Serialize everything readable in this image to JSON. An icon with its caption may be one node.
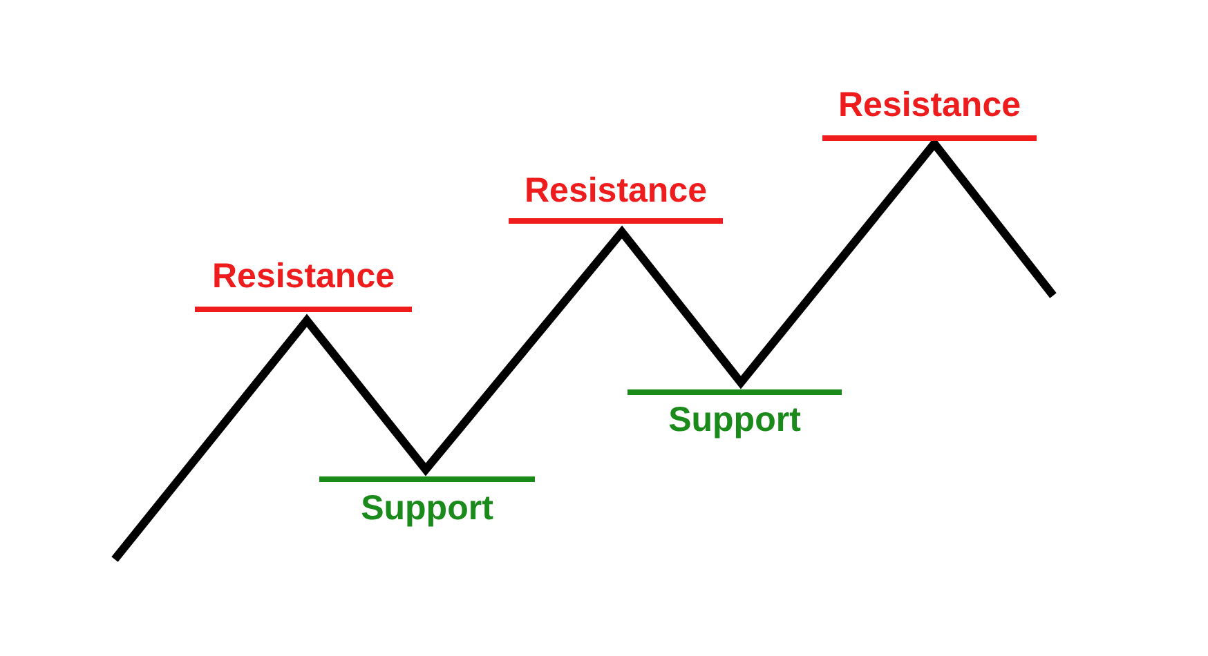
{
  "diagram": {
    "labels": [
      "Resistance",
      "Support",
      "Resistance",
      "Support",
      "Resistance"
    ]
  }
}
